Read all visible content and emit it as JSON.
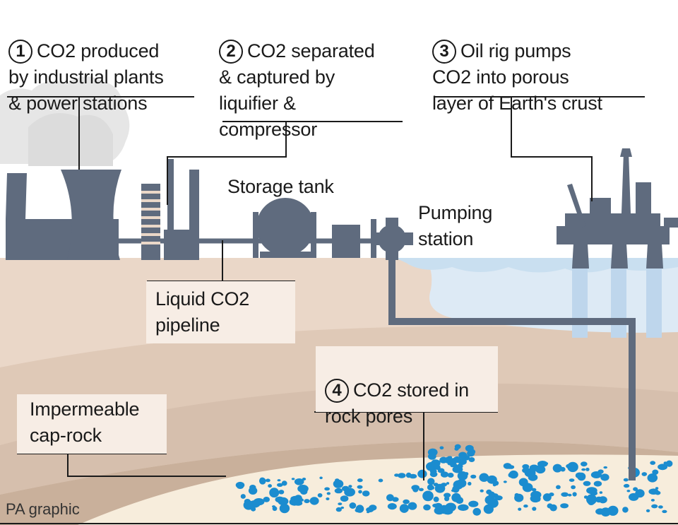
{
  "steps": [
    {
      "number": "1",
      "text": "CO2 produced\nby industrial plants\n& power stations"
    },
    {
      "number": "2",
      "text": "CO2 separated\n& captured by\nliquifier &\ncompressor"
    },
    {
      "number": "3",
      "text": "Oil rig pumps\nCO2 into porous\nlayer of Earth's crust"
    },
    {
      "number": "4",
      "text": "CO2 stored in\nrock pores"
    }
  ],
  "labels": {
    "storage_tank": "Storage tank",
    "pumping_station": "Pumping\nstation",
    "pipeline": "Liquid CO2\npipeline",
    "cap_rock": "Impermeable\ncap-rock"
  },
  "credit": "PA graphic",
  "colors": {
    "structure": "#5f6b7e",
    "ground": "#ead7c8",
    "ground_band": "#d6bfad",
    "stored_layer": "#f7eddc",
    "sea": "#ddeaf5",
    "co2_bubbles": "#1b8ccf",
    "smoke": "#e6e6e6"
  }
}
